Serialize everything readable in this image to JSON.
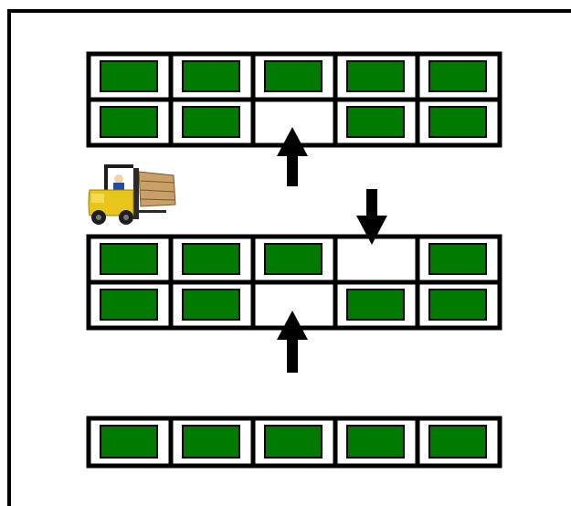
{
  "colors": {
    "background": "#ffffff",
    "outline": "#000000",
    "pallet": "#007a00",
    "arrow": "#000000",
    "forklift_body": "#e8c51a",
    "forklift_dark": "#1e1e1e",
    "load": "#c8a068"
  },
  "racks": [
    {
      "name": "rack-top",
      "rows": [
        [
          true,
          true,
          true,
          true,
          true
        ],
        [
          true,
          true,
          false,
          true,
          true
        ]
      ]
    },
    {
      "name": "rack-middle",
      "rows": [
        [
          true,
          true,
          true,
          false,
          true
        ],
        [
          true,
          true,
          false,
          true,
          true
        ]
      ]
    },
    {
      "name": "rack-bottom",
      "rows": [
        [
          true,
          true,
          true,
          true,
          true
        ]
      ]
    }
  ],
  "arrows": [
    {
      "name": "arrow-up-top",
      "direction": "up"
    },
    {
      "name": "arrow-down-middle",
      "direction": "down"
    },
    {
      "name": "arrow-up-bottom",
      "direction": "up"
    }
  ],
  "icons": {
    "forklift": "forklift-icon"
  }
}
